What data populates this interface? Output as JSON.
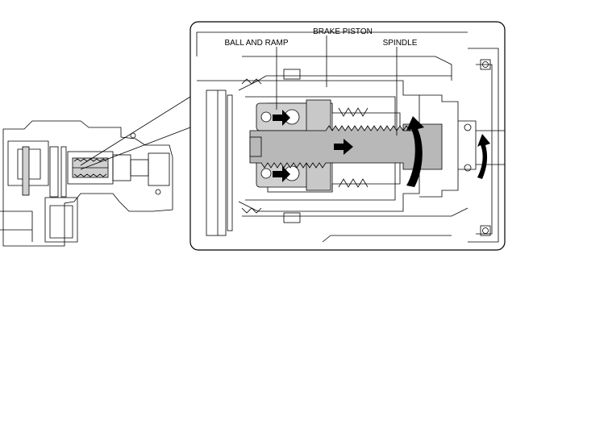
{
  "labels": {
    "ball_and_ramp": "BALL AND RAMP",
    "brake_piston": "BRAKE PISTON",
    "spindle": "SPINDLE"
  },
  "colors": {
    "line": "#000000",
    "part_fill": "#d0d0d0",
    "spindle_fill": "#b8b8b8",
    "background": "#ffffff"
  }
}
